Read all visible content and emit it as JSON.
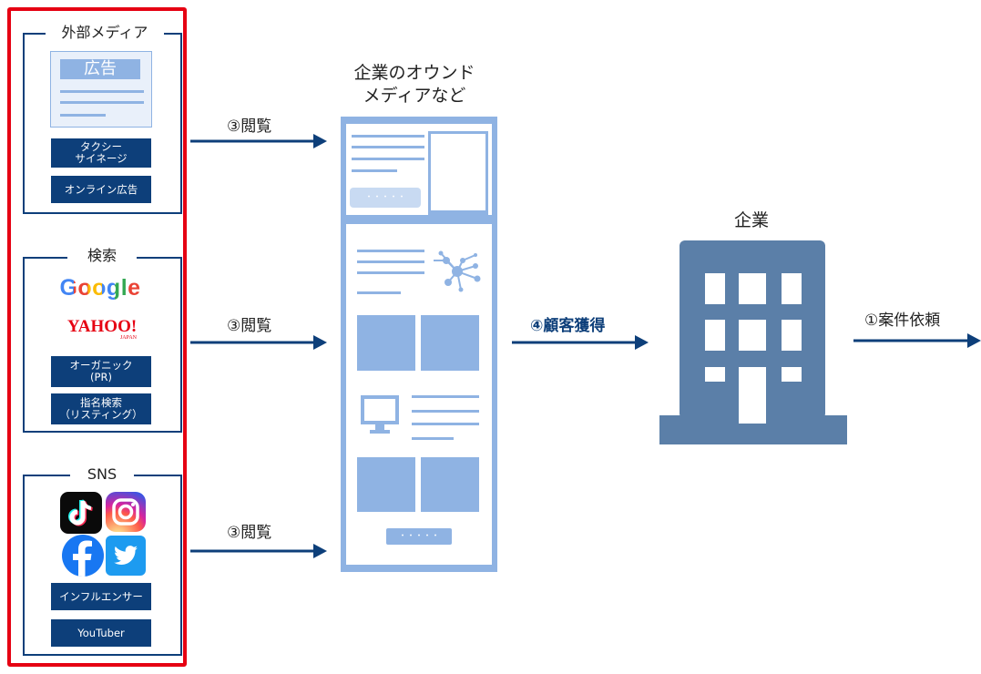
{
  "external_media": {
    "title": "外部メディア",
    "ad_banner": "広告",
    "tags": [
      "タクシー\nサイネージ",
      "オンライン広告"
    ]
  },
  "search": {
    "title": "検索",
    "google_logo": "Google",
    "yahoo_logo": "YAHOO!",
    "yahoo_sub": "JAPAN",
    "tags": [
      "オーガニック\n(PR)",
      "指名検索\n（リスティング）"
    ]
  },
  "sns": {
    "title": "SNS",
    "tags": [
      "インフルエンサー",
      "YouTuber"
    ]
  },
  "owned_media": {
    "title": "企業のオウンド\nメディアなど",
    "button_dots": "・・・・・"
  },
  "company": {
    "title": "企業"
  },
  "arrows": {
    "view": "③閲覧",
    "acquire": "④顧客獲得",
    "request": "①案件依頼"
  },
  "colors": {
    "navy": "#0d3f7a",
    "red": "#e60012",
    "light_blue": "#8fb3e3",
    "building": "#5b7fa8"
  }
}
